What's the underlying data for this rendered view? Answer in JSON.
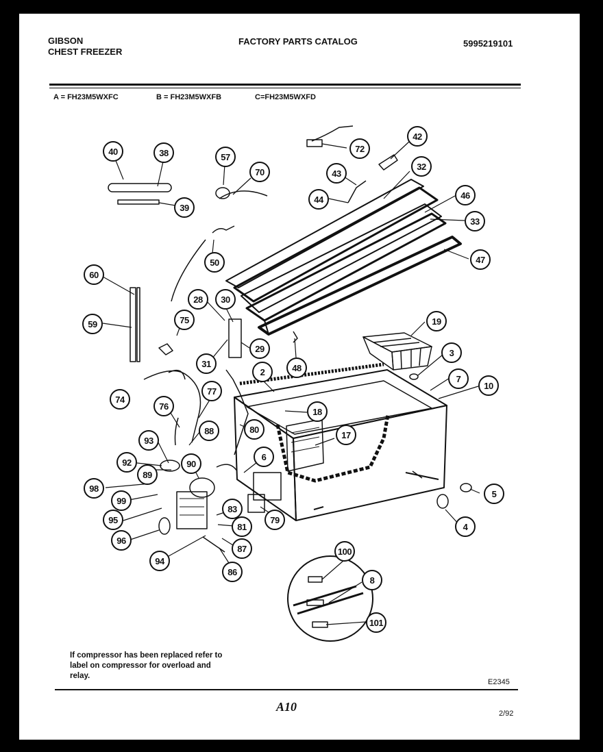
{
  "header": {
    "brand": "GIBSON",
    "product": "CHEST FREEZER",
    "catalog_title": "FACTORY PARTS CATALOG",
    "catalog_number": "5995219101"
  },
  "models": [
    "A = FH23M5WXFC",
    "B = FH23M5WXFB",
    "C=FH23M5WXFD"
  ],
  "parts": [
    "40",
    "38",
    "39",
    "57",
    "70",
    "72",
    "42",
    "43",
    "32",
    "44",
    "46",
    "33",
    "47",
    "50",
    "60",
    "28",
    "30",
    "19",
    "59",
    "75",
    "29",
    "48",
    "3",
    "31",
    "2",
    "7",
    "10",
    "77",
    "74",
    "76",
    "18",
    "17",
    "88",
    "80",
    "93",
    "6",
    "92",
    "90",
    "89",
    "98",
    "5",
    "99",
    "83",
    "95",
    "81",
    "4",
    "79",
    "96",
    "87",
    "100",
    "94",
    "86",
    "8",
    "101"
  ],
  "footer": {
    "note": "If compressor has been replaced refer to label on compressor for overload and relay.",
    "figure_code": "E2345",
    "page": "A10",
    "date": "2/92"
  }
}
